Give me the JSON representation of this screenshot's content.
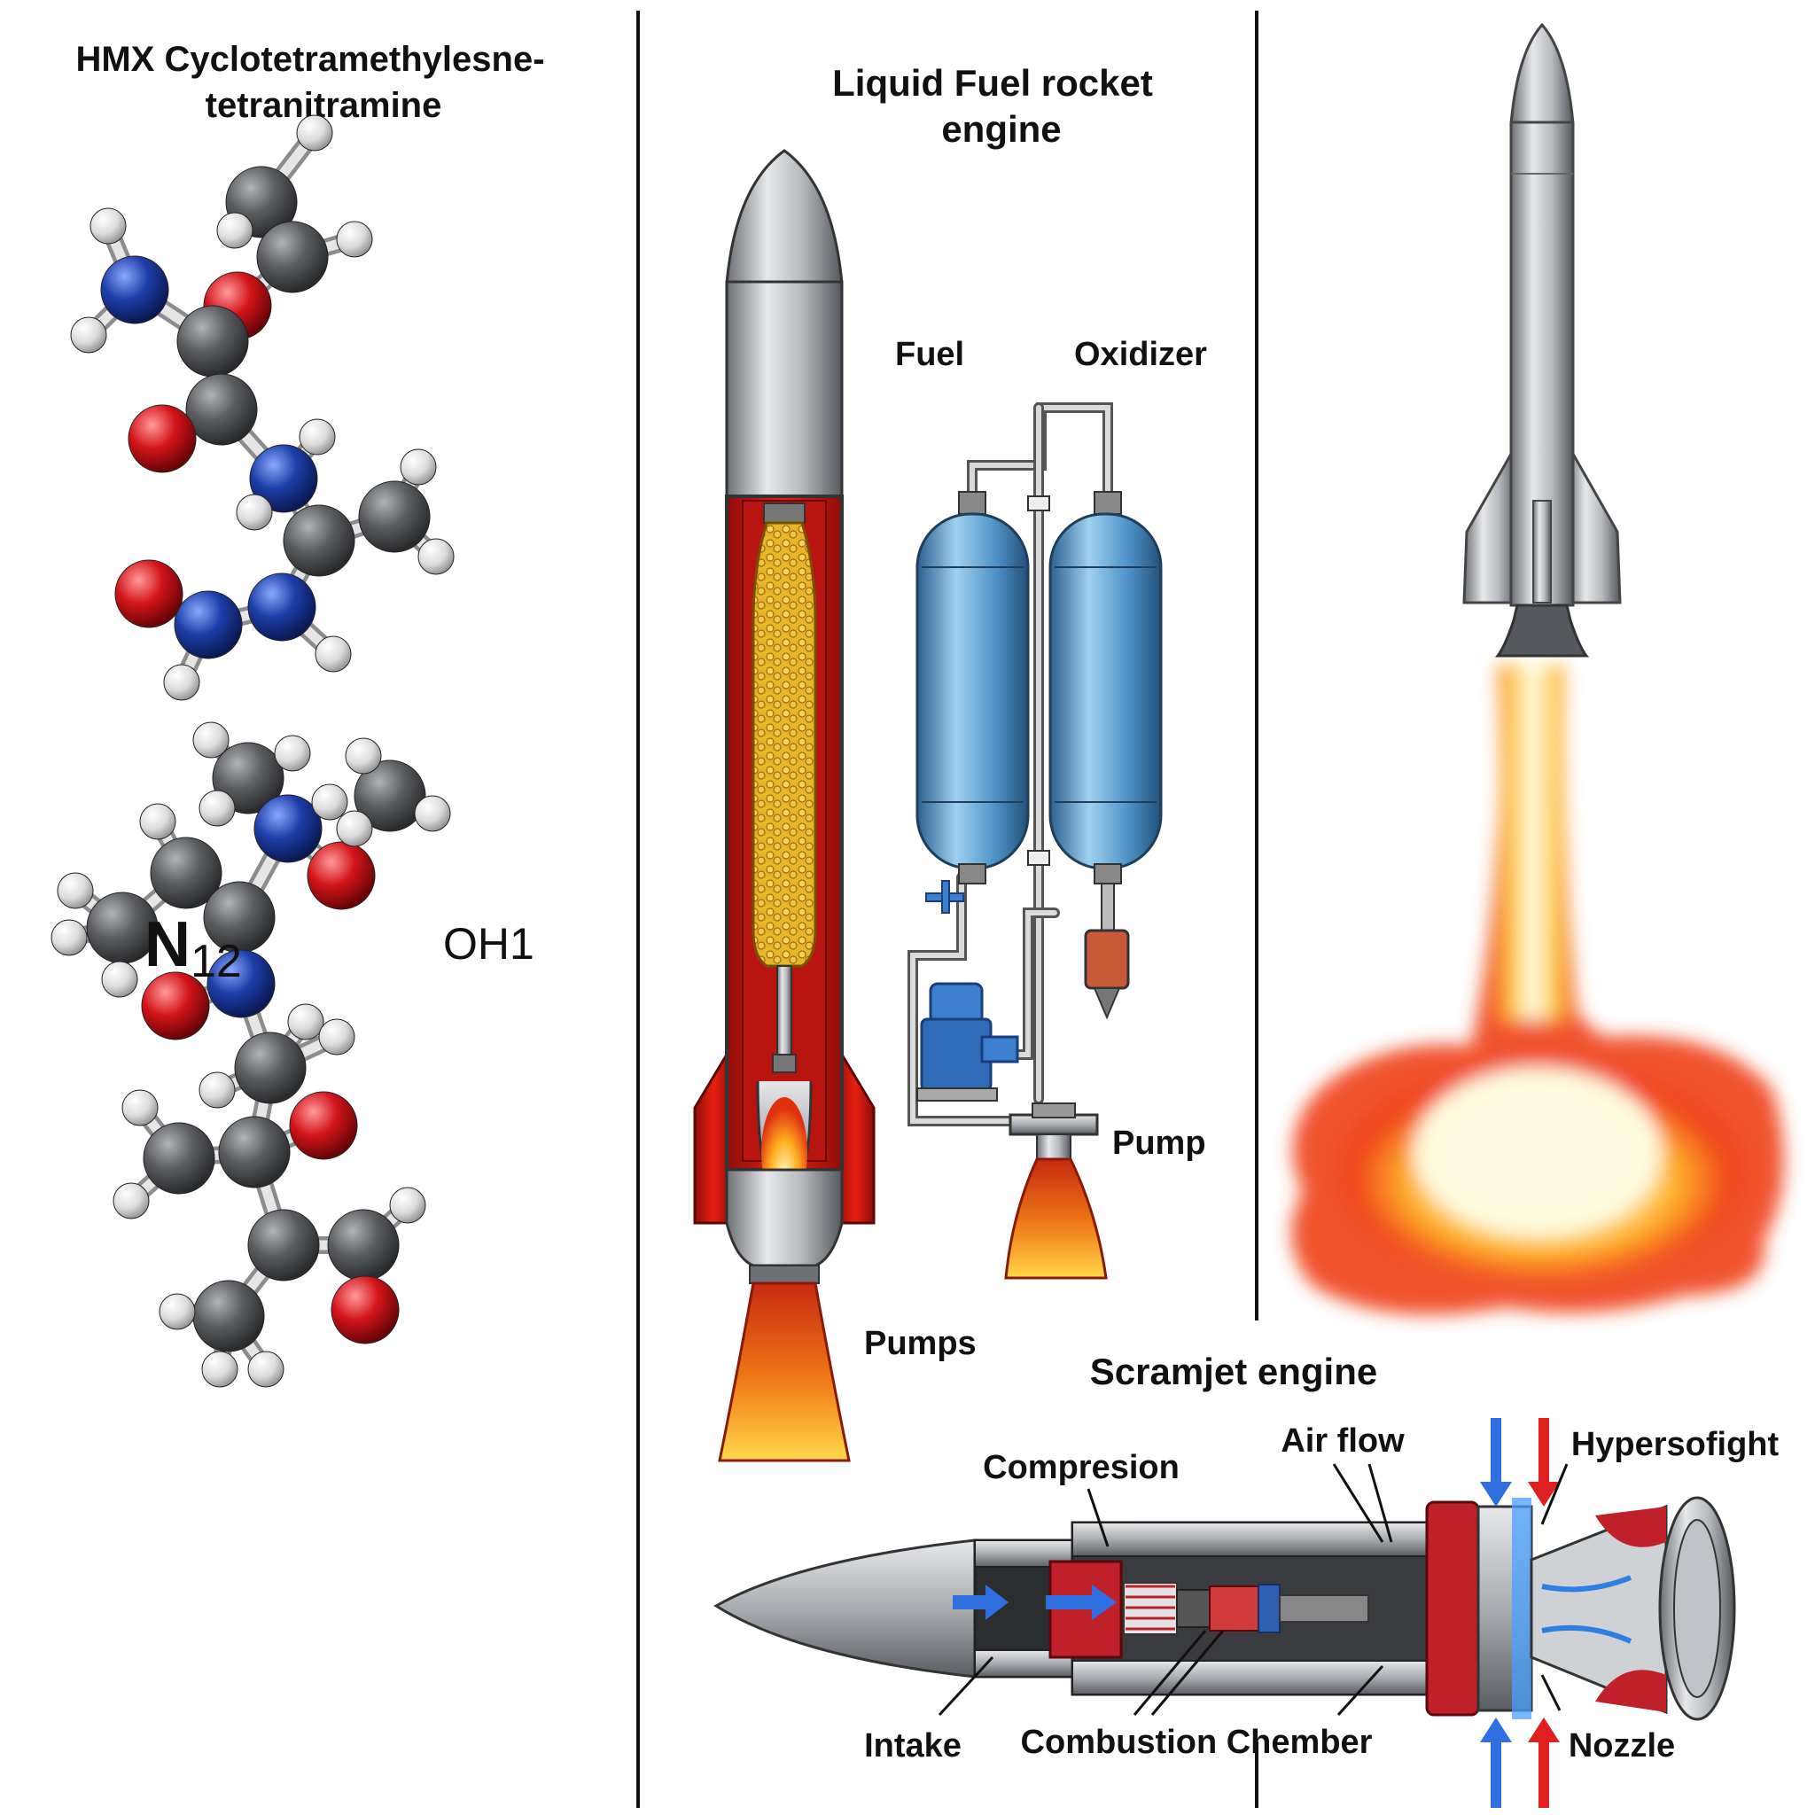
{
  "hmx_panel": {
    "title_line1": "HMX Cyclotetramethylesne-",
    "title_line2": "tetranitramine",
    "label_n": "N",
    "label_n_sub": "12",
    "label_oh": "OH1"
  },
  "liquid_panel": {
    "title_line1": "Liquid Fuel rocket",
    "title_line2": "engine",
    "fuel_label": "Fuel",
    "oxidizer_label": "Oxidizer",
    "pump_label": "Pump",
    "pumps_label": "Pumps"
  },
  "scramjet_panel": {
    "title": "Scramjet engine",
    "compression_label": "Compresion",
    "airflow_label": "Air flow",
    "hyper_label": "Hypersofight",
    "intake_label": "Intake",
    "combustion_label": "Combustion Chember",
    "nozzle_label": "Nozzle"
  },
  "colors": {
    "carbon": "#5b5d60",
    "hydrogen": "#e4e4e4",
    "nitrogen": "#1d3ea8",
    "oxygen": "#d3141a",
    "flame_red": "#e8200f",
    "flame_yellow": "#ffd84a",
    "tank_blue": "#4f93c8",
    "metal": "#b9bcc0"
  }
}
